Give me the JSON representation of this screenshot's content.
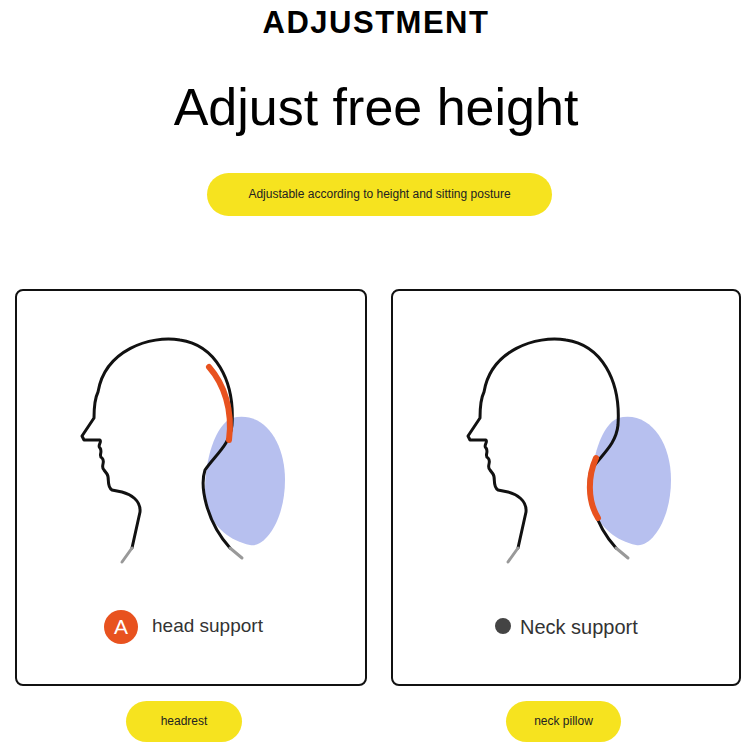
{
  "diagram": {
    "title": "Adjust free height",
    "nodes": [
      {
        "text": [
          "Adjustable according to height and sitting posture"
        ]
      },
      {
        "text": [
          "head support"
        ]
      },
      {
        "text": [
          "A"
        ],
        "in": 1
      },
      {
        "text": [
          "Neck support"
        ]
      },
      {
        "text": [
          "headrest"
        ]
      },
      {
        "text": [
          "neck pillow"
        ]
      }
    ],
    "labels": [
      "ADJUSTMENT"
    ]
  }
}
